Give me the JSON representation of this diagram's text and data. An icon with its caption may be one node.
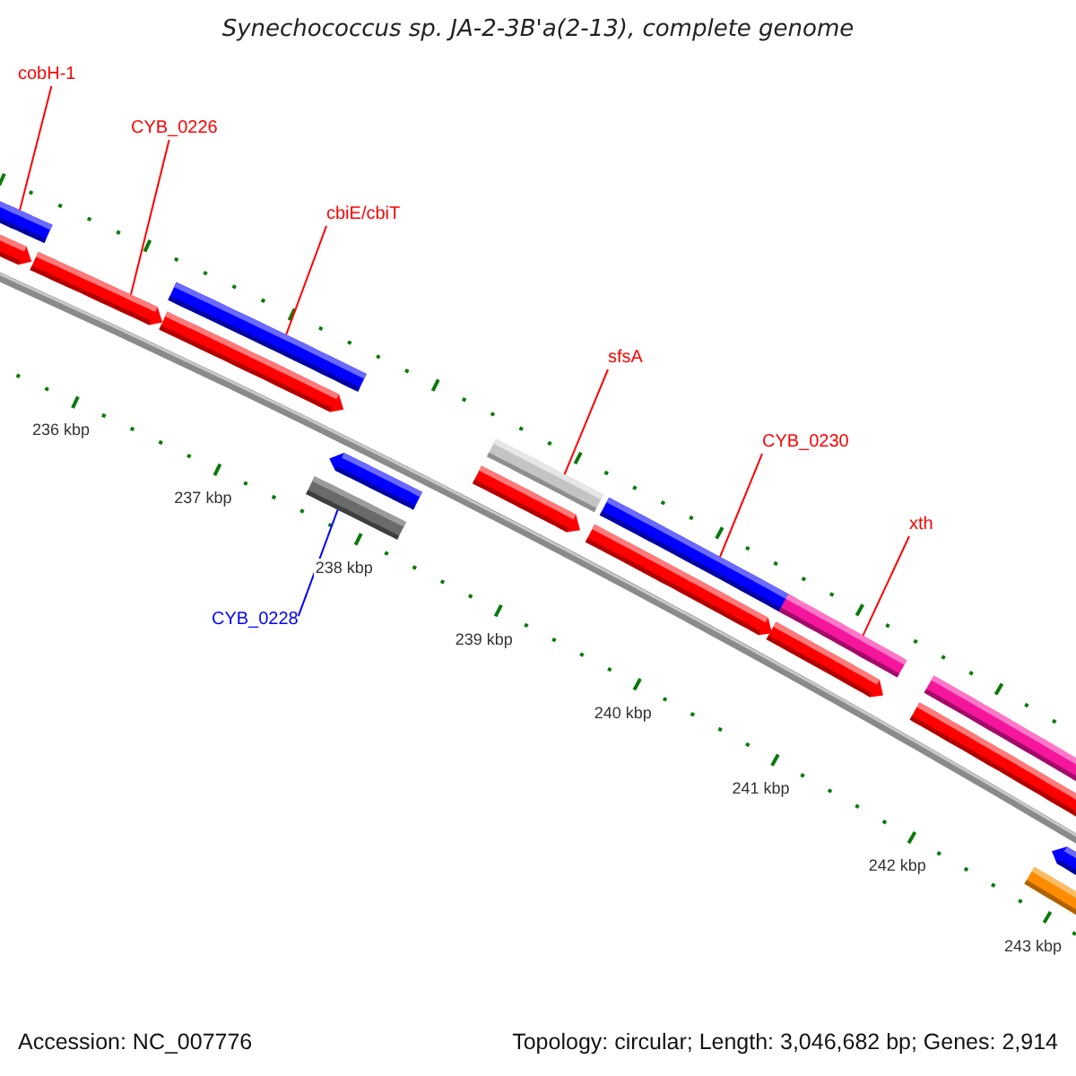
{
  "diagram": {
    "title": "Synechococcus sp. JA-2-3B'a(2-13), complete genome",
    "nodes": [
      {
        "text": [
          "cobH-1"
        ]
      },
      {
        "text": [
          "CYB_0226"
        ]
      },
      {
        "text": [
          "cbiE/cbiT"
        ]
      },
      {
        "text": [
          "sfsA"
        ]
      },
      {
        "text": [
          "CYB_0230"
        ]
      },
      {
        "text": [
          "xth"
        ]
      },
      {
        "text": [
          "CYB_0228"
        ]
      },
      {
        "text": [],
        "shape": "bar"
      },
      {
        "text": [],
        "shape": "bar"
      },
      {
        "text": [],
        "shape": "bar"
      },
      {
        "text": [],
        "shape": "bar"
      },
      {
        "text": [],
        "shape": "bar"
      },
      {
        "text": [],
        "shape": "bar"
      },
      {
        "text": [],
        "shape": "bar"
      },
      {
        "text": [],
        "shape": "bar"
      },
      {
        "text": [],
        "shape": "bar"
      },
      {
        "text": [],
        "shape": "bar"
      },
      {
        "text": [],
        "shape": "bar"
      },
      {
        "text": [],
        "shape": "bar"
      },
      {
        "text": [],
        "shape": "bar"
      },
      {
        "text": [],
        "shape": "bar"
      },
      {
        "text": [],
        "shape": "bar"
      },
      {
        "text": [],
        "shape": "bar"
      },
      {
        "text": [],
        "shape": "bar"
      }
    ],
    "edges": [
      {
        "from": 0,
        "to": 7,
        "arrow": "none"
      },
      {
        "from": 1,
        "to": 9,
        "arrow": "none"
      },
      {
        "from": 2,
        "to": 11,
        "arrow": "none"
      },
      {
        "from": 3,
        "to": 15,
        "arrow": "none"
      },
      {
        "from": 4,
        "to": 17,
        "arrow": "none"
      },
      {
        "from": 5,
        "to": 19,
        "arrow": "none"
      },
      {
        "from": 6,
        "to": 12,
        "arrow": "none",
        "color": "#0000ff"
      }
    ],
    "labels": [
      "236 kbp",
      "237 kbp",
      "238 kbp",
      "239 kbp",
      "240 kbp",
      "241 kbp",
      "242 kbp",
      "243 kbp",
      "Accession: NC_007776",
      "Topology: circular; Length: 3,046,682 bp; Genes: 2,914"
    ]
  }
}
